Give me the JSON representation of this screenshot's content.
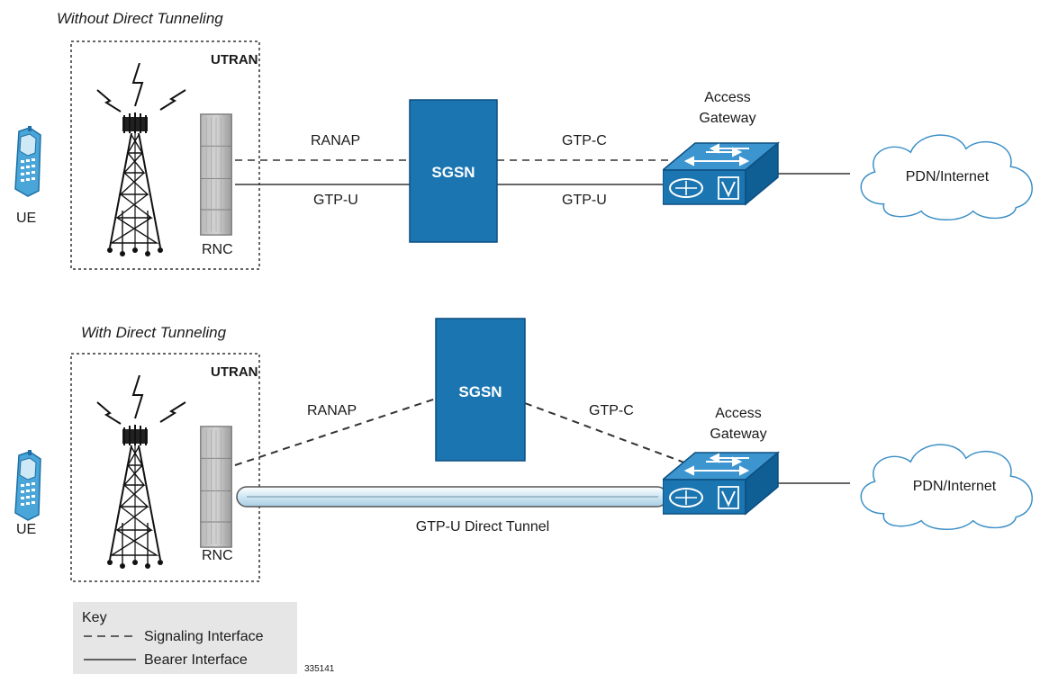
{
  "sections": [
    {
      "title": "Without Direct Tunneling",
      "utran": "UTRAN",
      "ue": "UE",
      "rnc": "RNC",
      "sgsn": "SGSN",
      "gateway": [
        "Access",
        "Gateway"
      ],
      "pdn": "PDN/Internet",
      "links": [
        "RANAP",
        "GTP-U",
        "GTP-C",
        "GTP-U"
      ]
    },
    {
      "title": "With Direct Tunneling",
      "utran": "UTRAN",
      "ue": "UE",
      "rnc": "RNC",
      "sgsn": "SGSN",
      "gateway": [
        "Access",
        "Gateway"
      ],
      "pdn": "PDN/Internet",
      "links": [
        "RANAP",
        "GTP-C",
        "GTP-U Direct Tunnel"
      ]
    }
  ],
  "key": {
    "title": "Key",
    "signaling": "Signaling Interface",
    "bearer": "Bearer Interface"
  },
  "doc_id": "335141",
  "colors": {
    "device_blue": "#1b75b1",
    "device_dark": "#0d4f80",
    "rnc_gray": "#9a9a9a",
    "tunnel_fill": "#d9ecf6",
    "key_bg": "#e6e6e6"
  }
}
